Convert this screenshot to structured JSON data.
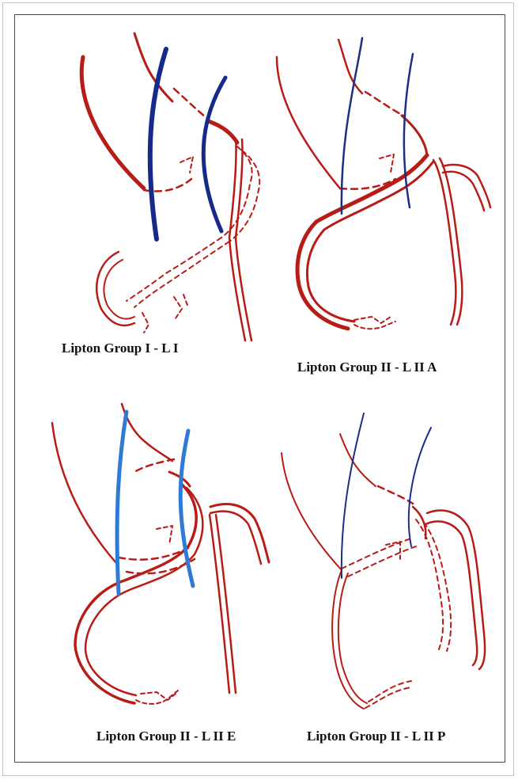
{
  "panels": [
    {
      "id": "panel-lipton-group-1",
      "caption": "Lipton Group I - L I"
    },
    {
      "id": "panel-lipton-group-2a",
      "caption": "Lipton Group II - L II A"
    },
    {
      "id": "panel-lipton-group-2e",
      "caption": "Lipton Group II - L II E"
    },
    {
      "id": "panel-lipton-group-2p",
      "caption": "Lipton Group II - L II P"
    }
  ],
  "colors": {
    "artery": "#b81c16",
    "vein_dark": "#152a8a",
    "vein_light": "#2f7bd3",
    "vein_navy": "#1b2f86",
    "outer_border": "#a9cddd",
    "inner_border": "#4a4a4a"
  }
}
